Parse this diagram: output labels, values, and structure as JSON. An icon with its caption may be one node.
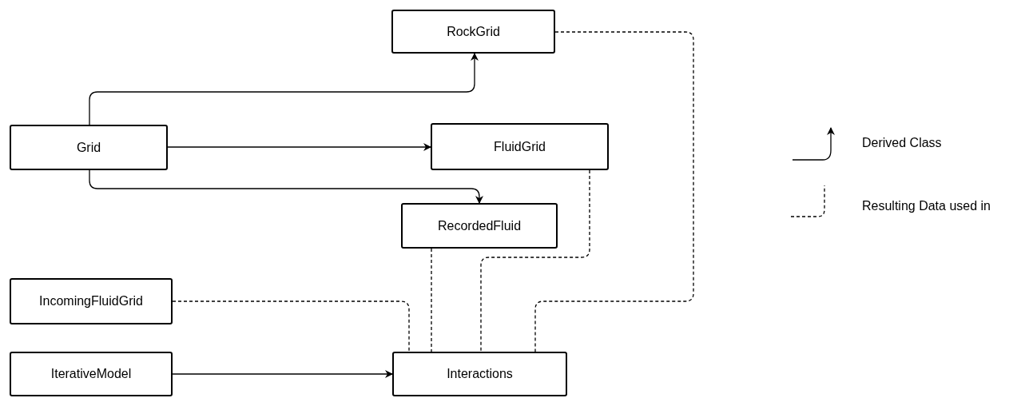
{
  "diagram": {
    "nodes": [
      {
        "text": [
          "RockGrid"
        ]
      },
      {
        "text": [
          "Grid"
        ]
      },
      {
        "text": [
          "FluidGrid"
        ]
      },
      {
        "text": [
          "RecordedFluid"
        ]
      },
      {
        "text": [
          "IncomingFluidGrid"
        ]
      },
      {
        "text": [
          "IterativeModel"
        ]
      },
      {
        "text": [
          "Interactions"
        ]
      }
    ],
    "edges": [
      {
        "from": 1,
        "to": 0,
        "arrow": "to"
      },
      {
        "from": 1,
        "to": 2,
        "arrow": "to"
      },
      {
        "from": 1,
        "to": 3,
        "arrow": "to"
      },
      {
        "from": 0,
        "to": 6,
        "arrow": "none",
        "style": "dashed"
      },
      {
        "from": 2,
        "to": 6,
        "arrow": "none",
        "style": "dashed"
      },
      {
        "from": 3,
        "to": 6,
        "arrow": "none",
        "style": "dashed"
      },
      {
        "from": 4,
        "to": 6,
        "arrow": "none",
        "style": "dashed"
      },
      {
        "from": 5,
        "to": 6,
        "arrow": "to"
      }
    ],
    "legend": [
      {
        "text": "Derived Class"
      },
      {
        "text": "Resulting Data used in"
      }
    ]
  }
}
